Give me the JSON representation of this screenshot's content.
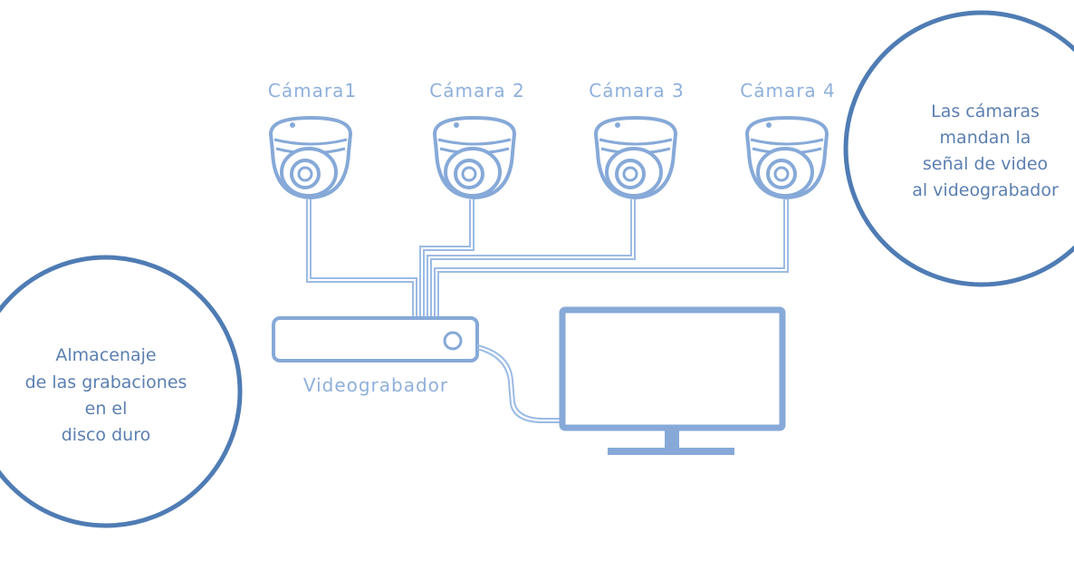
{
  "cameras": [
    {
      "label": "Cámara1"
    },
    {
      "label": "Cámara 2"
    },
    {
      "label": "Cámara 3"
    },
    {
      "label": "Cámara 4"
    }
  ],
  "recorder": {
    "label": "Videograbador"
  },
  "bubbles": {
    "right": {
      "lines": [
        "Las cámaras",
        "mandan la",
        "señal de video",
        "al videograbador"
      ]
    },
    "left": {
      "lines": [
        "Almacenaje",
        "de las grabaciones",
        "en el",
        "disco duro"
      ]
    }
  },
  "colors": {
    "device_stroke": "#86a9d8",
    "wire_stroke": "#9cbbe4",
    "bubble_stroke": "#4f7cb4",
    "label_text": "#8fb0dc",
    "bubble_text": "#5b7fb0"
  },
  "icons": {
    "camera": "dome-camera-icon",
    "recorder": "dvr-icon",
    "monitor": "monitor-icon"
  }
}
